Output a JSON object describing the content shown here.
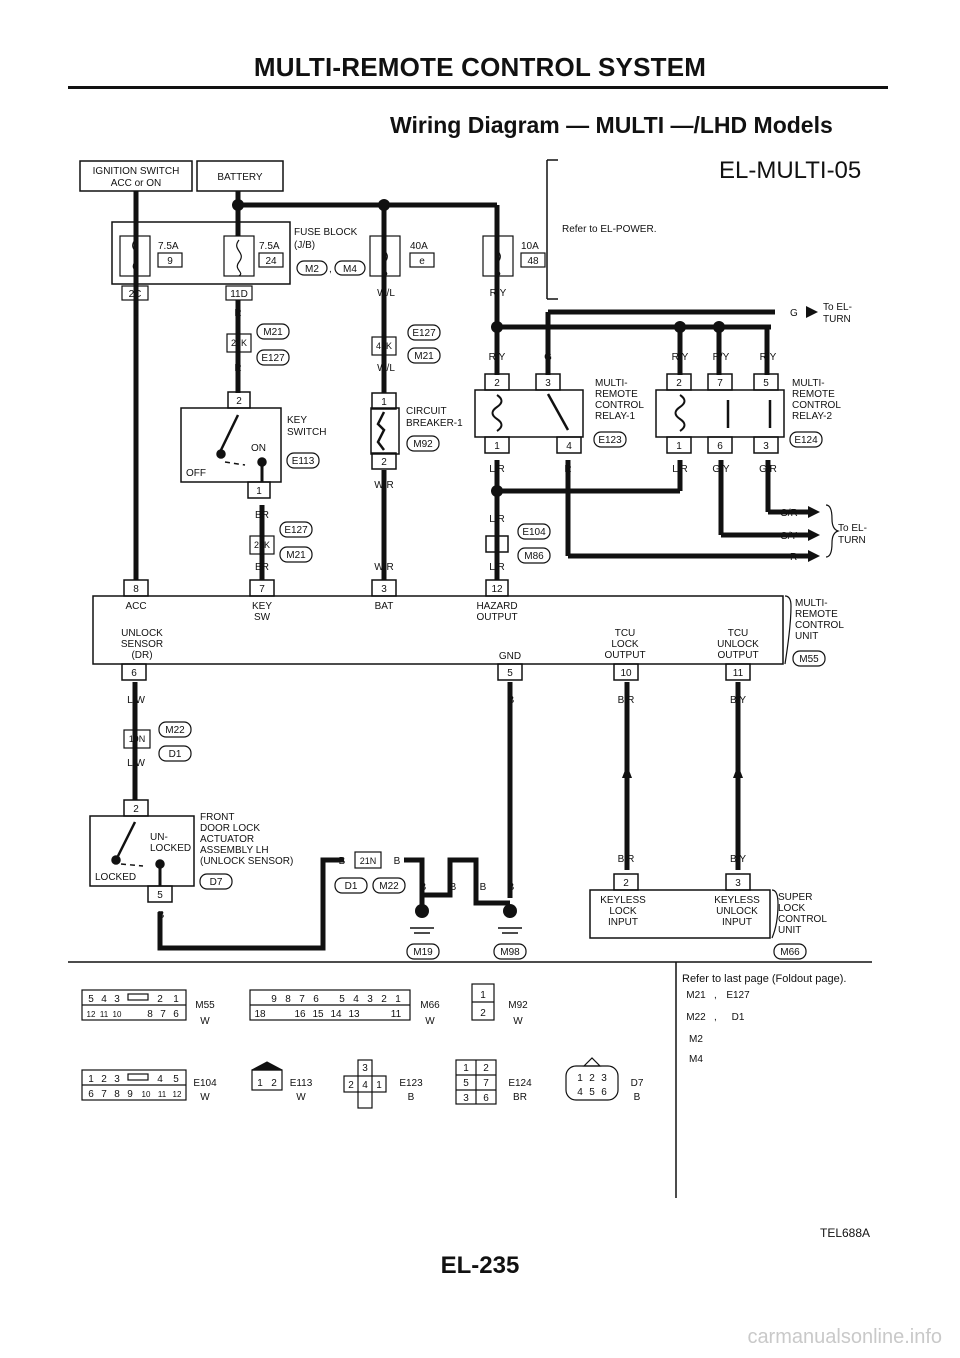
{
  "header": {
    "section_title": "MULTI-REMOTE CONTROL SYSTEM",
    "subtitle": "Wiring Diagram — MULTI —/LHD Models",
    "diagram_code": "EL-MULTI-05"
  },
  "power": {
    "ignition_label": "IGNITION SWITCH",
    "ignition_label_2": "ACC or ON",
    "battery_label": "BATTERY",
    "fuse_block_label": "FUSE BLOCK",
    "fuse_block_sub": "(J/B)",
    "refer_power": "Refer to EL-POWER.",
    "fuses": [
      {
        "rating": "7.5A",
        "number": "9"
      },
      {
        "rating": "7.5A",
        "number": "24"
      },
      {
        "rating": "40A",
        "number": "e"
      },
      {
        "rating": "10A",
        "number": "48"
      }
    ],
    "fuse_connectors": [
      "M2",
      "M4"
    ],
    "fuse_pins": [
      "2C",
      "11D"
    ]
  },
  "wires": {
    "L": "L",
    "R": "R",
    "WL": "W/L",
    "RY": "R/Y",
    "G": "G",
    "LR": "L/R",
    "GY": "G/Y",
    "GR": "G/R",
    "WR": "W/R",
    "BR": "BR",
    "LW": "L/W",
    "B": "B",
    "BRd": "B/R",
    "BY": "B/Y"
  },
  "connectors": {
    "M21": "M21",
    "E127": "E127",
    "M22": "M22",
    "D1": "D1",
    "E104": "E104",
    "M86": "M86",
    "M92": "M92",
    "E113": "E113",
    "E123": "E123",
    "E124": "E124",
    "M55": "M55",
    "M66": "M66",
    "M19": "M19",
    "M98": "M98",
    "D7": "D7",
    "M2": "M2",
    "M4": "M4"
  },
  "joints": {
    "j27K": "27K",
    "j43K": "43K",
    "j26K": "26K",
    "j19N": "19N",
    "j21N": "21N"
  },
  "turn": {
    "label_1": "To EL-",
    "label_2": "TURN"
  },
  "relay1": {
    "label": [
      "MULTI-",
      "REMOTE",
      "CONTROL",
      "RELAY-1"
    ],
    "pins": [
      "2",
      "3",
      "1",
      "4"
    ]
  },
  "relay2": {
    "label": [
      "MULTI-",
      "REMOTE",
      "CONTROL",
      "RELAY-2"
    ],
    "pins": [
      "2",
      "7",
      "5",
      "1",
      "6",
      "3"
    ]
  },
  "key_switch": {
    "label_1": "KEY",
    "label_2": "SWITCH",
    "on": "ON",
    "off": "OFF",
    "pin_top": "2",
    "pin_bottom": "1"
  },
  "breaker": {
    "label_1": "CIRCUIT",
    "label_2": "BREAKER-1",
    "pin_top": "1",
    "pin_bottom": "2"
  },
  "joint_pins": {
    "p9": "9"
  },
  "mrcu": {
    "label": [
      "MULTI-",
      "REMOTE",
      "CONTROL",
      "UNIT"
    ],
    "pins_top": [
      "8",
      "7",
      "3",
      "12"
    ],
    "pins_top_labels": [
      [
        "ACC"
      ],
      [
        "KEY",
        "SW"
      ],
      [
        "BAT"
      ],
      [
        "HAZARD",
        "OUTPUT"
      ]
    ],
    "pins_bottom": [
      "6",
      "5",
      "10",
      "11"
    ],
    "pins_bottom_labels": [
      [
        "UNLOCK",
        "SENSOR",
        "(DR)"
      ],
      [
        "GND"
      ],
      [
        "TCU",
        "LOCK",
        "OUTPUT"
      ],
      [
        "TCU",
        "UNLOCK",
        "OUTPUT"
      ]
    ]
  },
  "door_lock": {
    "label": [
      "FRONT",
      "DOOR LOCK",
      "ACTUATOR",
      "ASSEMBLY LH",
      "(UNLOCK SENSOR)"
    ],
    "unlocked_1": "UN-",
    "unlocked_2": "LOCKED",
    "locked": "LOCKED",
    "pin_top": "2",
    "pin_bottom": "5"
  },
  "slcu": {
    "label": [
      "SUPER",
      "LOCK",
      "CONTROL",
      "UNIT"
    ],
    "pin_a": "2",
    "pin_b": "3",
    "input_a": [
      "KEYLESS",
      "LOCK",
      "INPUT"
    ],
    "input_b": [
      "KEYLESS",
      "UNLOCK",
      "INPUT"
    ]
  },
  "legend": {
    "refer_last": "Refer to last page (Foldout page).",
    "comma": ",",
    "colors": {
      "W": "W",
      "B": "B",
      "BR": "BR"
    },
    "m55_top": [
      "5",
      "4",
      "3",
      "2",
      "1"
    ],
    "m55_bot": [
      "12",
      "11",
      "10",
      "8",
      "7",
      "6"
    ],
    "m66_top": [
      "9",
      "8",
      "7",
      "6",
      "5",
      "4",
      "3",
      "2",
      "1"
    ],
    "m66_bot": [
      "18",
      "16",
      "15",
      "14",
      "13",
      "11"
    ],
    "m92_pins": [
      "1",
      "2"
    ],
    "e104_top": [
      "1",
      "2",
      "3",
      "4",
      "5"
    ],
    "e104_bot": [
      "6",
      "7",
      "8",
      "9",
      "10",
      "11",
      "12"
    ],
    "e113_pins": [
      "1",
      "2"
    ],
    "e123_pins": [
      "3",
      "2",
      "4",
      "1"
    ],
    "e124_pins": [
      "1",
      "2",
      "5",
      "7",
      "3",
      "6"
    ],
    "d7_pins": [
      "1",
      "2",
      "3",
      "4",
      "5",
      "6"
    ]
  },
  "footer": {
    "code": "TEL688A",
    "page_number": "EL-235",
    "watermark": "carmanualsonline.info"
  }
}
